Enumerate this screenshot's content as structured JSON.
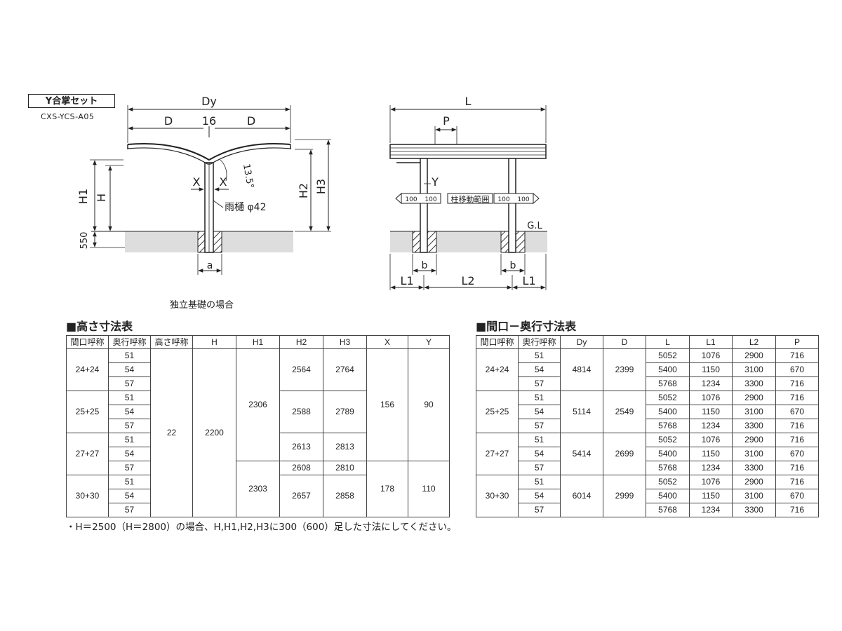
{
  "header": {
    "set_name": "Y合掌セット",
    "model_code": "CXS-YCS-A05"
  },
  "front_view": {
    "dim_Dy": "Dy",
    "dim_D_left": "D",
    "dim_16": "16",
    "dim_D_right": "D",
    "dim_H1": "H1",
    "dim_H": "H",
    "dim_550": "550",
    "dim_H2": "H2",
    "dim_H3": "H3",
    "dim_X_left": "X",
    "dim_X_right": "X",
    "angle": "13.5°",
    "gutter_label": "雨樋 φ42",
    "dim_a": "a"
  },
  "side_view": {
    "dim_L": "L",
    "dim_P": "P",
    "dim_Y": "Y",
    "gl_label": "G.L",
    "move_range_label": "柱移動範囲",
    "offset_100": "100",
    "dim_b_left": "b",
    "dim_b_right": "b",
    "dim_L1_left": "L1",
    "dim_L2": "L2",
    "dim_L1_right": "L1"
  },
  "caption": "独立基礎の場合",
  "height_table": {
    "title": "■高さ寸法表",
    "headers": [
      "間口呼称",
      "奥行呼称",
      "高さ呼称",
      "H",
      "H1",
      "H2",
      "H3",
      "X",
      "Y"
    ],
    "frontage": [
      "24+24",
      "25+25",
      "27+27",
      "30+30"
    ],
    "depth": [
      "51",
      "54",
      "57"
    ],
    "height_name": "22",
    "H": "2200",
    "H1": [
      "2306",
      "2303"
    ],
    "H2": [
      "2564",
      "2588",
      "2613",
      "2608",
      "2657"
    ],
    "H3": [
      "2764",
      "2789",
      "2813",
      "2810",
      "2858"
    ],
    "X": [
      "156",
      "178"
    ],
    "Y": [
      "90",
      "110"
    ]
  },
  "size_table": {
    "title": "■間口－奥行寸法表",
    "headers": [
      "間口呼称",
      "奥行呼称",
      "Dy",
      "D",
      "L",
      "L1",
      "L2",
      "P"
    ],
    "groups": [
      {
        "frontage": "24+24",
        "Dy": "4814",
        "D": "2399"
      },
      {
        "frontage": "25+25",
        "Dy": "5114",
        "D": "2549"
      },
      {
        "frontage": "27+27",
        "Dy": "5414",
        "D": "2699"
      },
      {
        "frontage": "30+30",
        "Dy": "6014",
        "D": "2999"
      }
    ],
    "depth": [
      "51",
      "54",
      "57"
    ],
    "L": [
      "5052",
      "5400",
      "5768"
    ],
    "L1": [
      "1076",
      "1150",
      "1234"
    ],
    "L2": [
      "2900",
      "3100",
      "3300"
    ],
    "P": [
      "716",
      "670",
      "716"
    ]
  },
  "note": "・H＝2500（H＝2800）の場合、H,H1,H2,H3に300（600）足した寸法にしてください。"
}
